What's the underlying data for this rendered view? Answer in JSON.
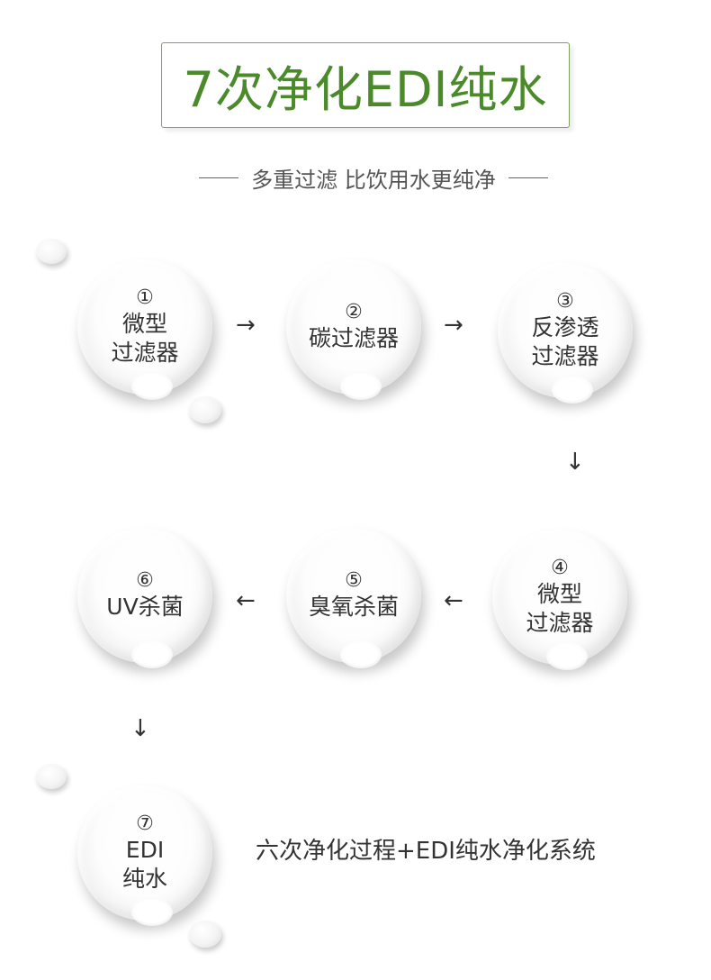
{
  "title": "7次净化EDI纯水",
  "subtitle": "多重过滤 比饮用水更纯净",
  "steps": [
    {
      "num": "①",
      "line1": "微型",
      "line2": "过滤器"
    },
    {
      "num": "②",
      "line1": "碳过滤器",
      "line2": ""
    },
    {
      "num": "③",
      "line1": "反渗透",
      "line2": "过滤器"
    },
    {
      "num": "④",
      "line1": "微型",
      "line2": "过滤器"
    },
    {
      "num": "⑤",
      "line1": "臭氧杀菌",
      "line2": ""
    },
    {
      "num": "⑥",
      "line1": "UV杀菌",
      "line2": ""
    },
    {
      "num": "⑦",
      "line1": "EDI",
      "line2": "纯水"
    }
  ],
  "arrows": {
    "right": "→",
    "down": "↓",
    "left": "←"
  },
  "system_text": "六次净化过程+EDI纯水净化系统"
}
